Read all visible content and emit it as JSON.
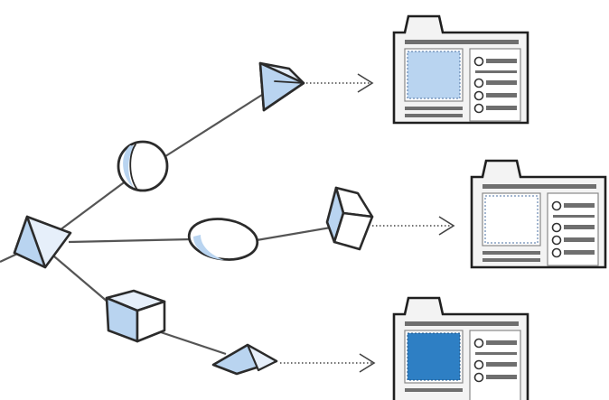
{
  "colors": {
    "ink": "#2b2b2b",
    "shape_fill": "#b9d4f0",
    "shape_light": "#e6effa",
    "panel_light": "#b9d4f0",
    "panel_none": "#ffffff",
    "panel_dark": "#2e7fc4"
  },
  "diagram": {
    "nodes": [
      {
        "id": "root",
        "shape": "tetrahedron-icon"
      },
      {
        "id": "sphere",
        "shape": "sphere-icon"
      },
      {
        "id": "ellipsoid",
        "shape": "ellipsoid-icon"
      },
      {
        "id": "box",
        "shape": "rounded-box-icon"
      },
      {
        "id": "top-pyramid",
        "shape": "pyramid-icon"
      },
      {
        "id": "mid-prism",
        "shape": "prism-icon"
      },
      {
        "id": "bottom-pyramid",
        "shape": "pyramid-icon"
      }
    ],
    "outputs": [
      {
        "id": "window-top",
        "preview_fill": "light"
      },
      {
        "id": "window-middle",
        "preview_fill": "none"
      },
      {
        "id": "window-bottom",
        "preview_fill": "dark"
      }
    ]
  }
}
